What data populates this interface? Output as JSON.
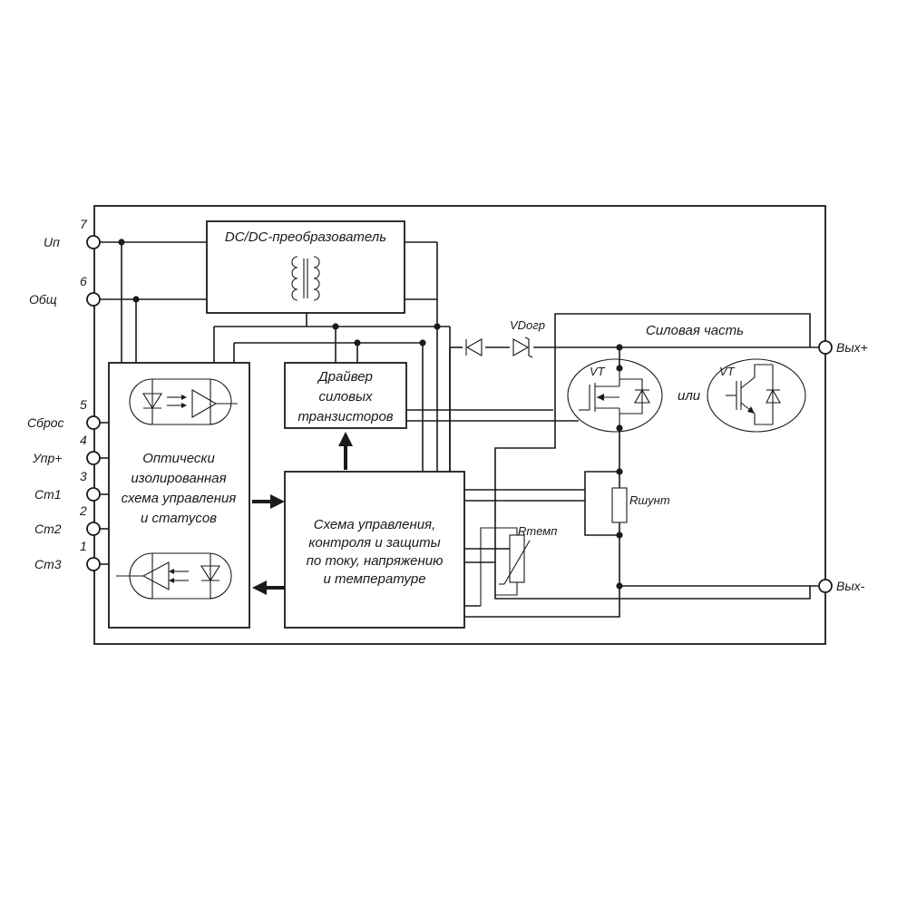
{
  "terminals": {
    "up": {
      "label": "Uп",
      "pin": "7"
    },
    "obsch": {
      "label": "Общ",
      "pin": "6"
    },
    "sbros": {
      "label": "Сброс",
      "pin": "5"
    },
    "upr": {
      "label": "Упр+",
      "pin": "4"
    },
    "st1": {
      "label": "Ст1",
      "pin": "3"
    },
    "st2": {
      "label": "Ст2",
      "pin": "2"
    },
    "st3": {
      "label": "Ст3",
      "pin": "1"
    },
    "vyh_plus": {
      "label": "Вых+"
    },
    "vyh_minus": {
      "label": "Вых-"
    }
  },
  "blocks": {
    "dcdc": {
      "title": "DC/DC-преобразователь"
    },
    "driver": {
      "lines": [
        "Драйвер",
        "силовых",
        "транзисторов"
      ]
    },
    "opto": {
      "lines": [
        "Оптически",
        "изолированная",
        "схема управления",
        "и статусов"
      ]
    },
    "control": {
      "lines": [
        "Схема управления,",
        "контроля и защиты",
        "по току, напряжению",
        "и температуре"
      ]
    },
    "power": {
      "title": "Силовая часть"
    }
  },
  "components": {
    "vdogr": "VDогр",
    "vt1": "VT",
    "vt2": "VT",
    "ili": "или",
    "rshunt": "Rшунт",
    "rtemp": "Rтемп"
  }
}
